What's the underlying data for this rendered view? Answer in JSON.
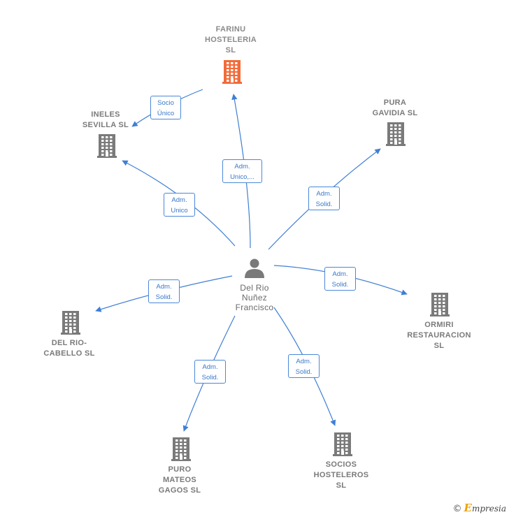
{
  "colors": {
    "edge": "#3f7fd4",
    "building": "#7a7a7a",
    "building_highlight": "#f26b3a",
    "person": "#7a7a7a"
  },
  "center": {
    "name": "Del Rio\nNuñez\nFrancisco",
    "icon": "person-icon"
  },
  "nodes": [
    {
      "id": "farinu",
      "name": "FARINU\nHOSTELERIA\nSL",
      "icon": "building-icon",
      "highlight": true
    },
    {
      "id": "ineles",
      "name": "INELES\nSEVILLA SL",
      "icon": "building-icon",
      "highlight": false
    },
    {
      "id": "pura",
      "name": "PURA\nGAVIDIA SL",
      "icon": "building-icon",
      "highlight": false
    },
    {
      "id": "ormiri",
      "name": "ORMIRI\nRESTAURACION\nSL",
      "icon": "building-icon",
      "highlight": false
    },
    {
      "id": "delrio",
      "name": "DEL RIO-\nCABELLO SL",
      "icon": "building-icon",
      "highlight": false
    },
    {
      "id": "puro",
      "name": "PURO\nMATEOS\nGAGOS SL",
      "icon": "building-icon",
      "highlight": false
    },
    {
      "id": "socios",
      "name": "SOCIOS\nHOSTELEROS\nSL",
      "icon": "building-icon",
      "highlight": false
    }
  ],
  "edges": [
    {
      "from": "farinu",
      "to": "ineles",
      "label": "Socio\nÚnico"
    },
    {
      "from": "center",
      "to": "ineles",
      "label": "Adm.\nUnico"
    },
    {
      "from": "center",
      "to": "farinu",
      "label": "Adm.\nUnico,..."
    },
    {
      "from": "center",
      "to": "pura",
      "label": "Adm.\nSolid."
    },
    {
      "from": "center",
      "to": "ormiri",
      "label": "Adm.\nSolid."
    },
    {
      "from": "center",
      "to": "delrio",
      "label": "Adm.\nSolid."
    },
    {
      "from": "center",
      "to": "puro",
      "label": "Adm.\nSolid."
    },
    {
      "from": "center",
      "to": "socios",
      "label": "Adm.\nSolid."
    }
  ],
  "brand": {
    "copyright": "©",
    "name_first": "E",
    "name_rest": "mpresia"
  }
}
